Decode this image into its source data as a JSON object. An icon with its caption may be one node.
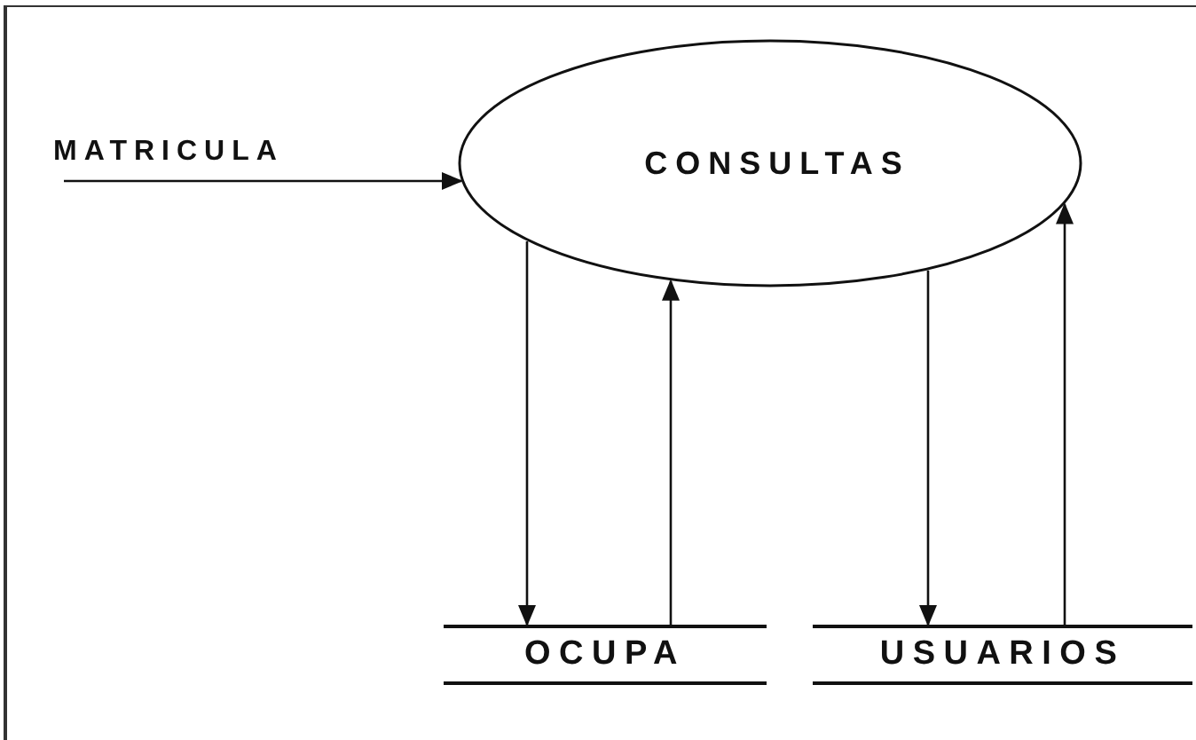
{
  "diagram": {
    "nodes": [
      {
        "text": [
          "MATRICULA"
        ]
      },
      {
        "text": [
          "CONSULTAS"
        ]
      },
      {
        "text": [
          "OCUPA"
        ]
      },
      {
        "text": [
          "USUARIOS"
        ]
      }
    ],
    "edges": [
      {
        "from": 0,
        "to": 1,
        "arrow": "to"
      },
      {
        "from": 1,
        "to": 2,
        "arrow": "to"
      },
      {
        "from": 2,
        "to": 1,
        "arrow": "to"
      },
      {
        "from": 1,
        "to": 3,
        "arrow": "to"
      },
      {
        "from": 3,
        "to": 1,
        "arrow": "to"
      }
    ]
  }
}
